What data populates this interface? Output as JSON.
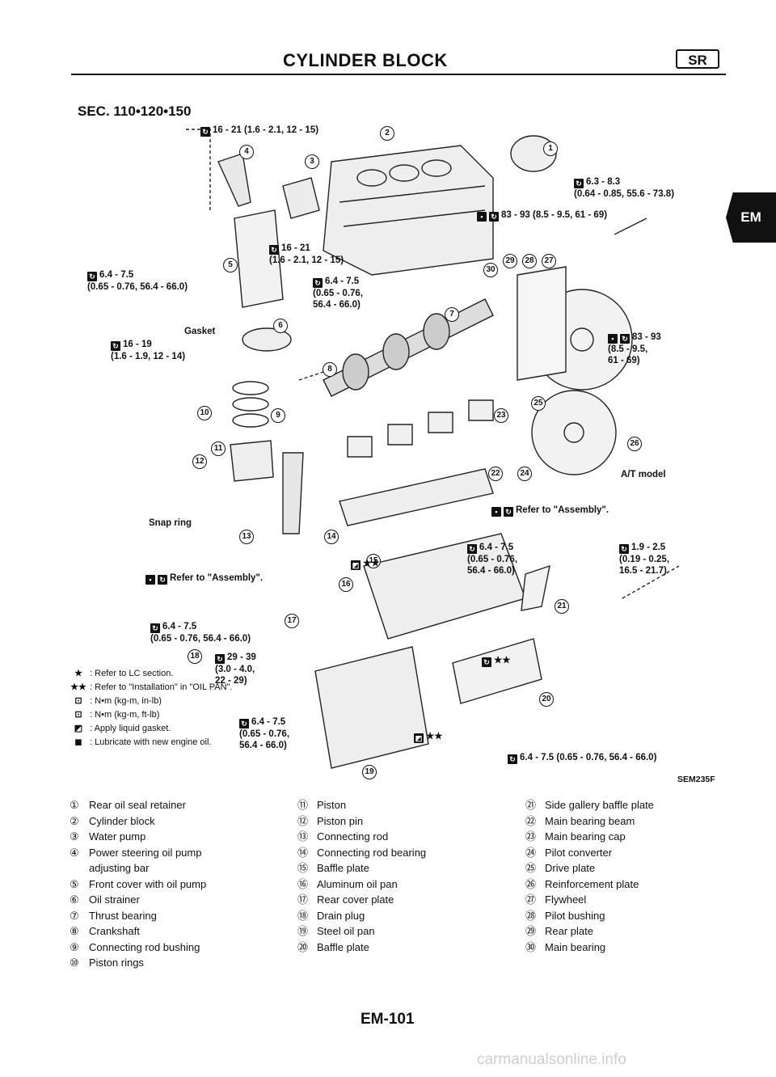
{
  "header": {
    "title": "CYLINDER BLOCK",
    "badge": "SR"
  },
  "side_tab": "EM",
  "section": "SEC. 110•120•150",
  "callouts": [
    {
      "id": "c1",
      "text": "16 - 21 (1.6 - 2.1, 12 - 15)"
    },
    {
      "id": "c2",
      "text": "6.3 - 8.3\n(0.64 - 0.85, 55.6 - 73.8)"
    },
    {
      "id": "c3",
      "text": "83 - 93 (8.5 - 9.5, 61 - 69)"
    },
    {
      "id": "c4",
      "text": "16 - 21\n(1.6 - 2.1, 12 - 15)"
    },
    {
      "id": "c5",
      "text": "6.4 - 7.5\n(0.65 - 0.76, 56.4 - 66.0)"
    },
    {
      "id": "c6",
      "text": "6.4 - 7.5\n(0.65 - 0.76,\n56.4 - 66.0)"
    },
    {
      "id": "c7",
      "text": "Gasket"
    },
    {
      "id": "c8",
      "text": "16 - 19\n(1.6 - 1.9, 12 - 14)"
    },
    {
      "id": "c9",
      "text": "83 - 93\n(8.5 - 9.5,\n61 - 69)"
    },
    {
      "id": "c10",
      "text": "A/T model"
    },
    {
      "id": "c11",
      "text": "Snap ring"
    },
    {
      "id": "c12",
      "text": "Refer to \"Assembly\"."
    },
    {
      "id": "c13",
      "text": "Refer to \"Assembly\"."
    },
    {
      "id": "c14",
      "text": "6.4 - 7.5\n(0.65 - 0.76,\n56.4 - 66.0)"
    },
    {
      "id": "c15",
      "text": "1.9 - 2.5\n(0.19 - 0.25,\n16.5 - 21.7)"
    },
    {
      "id": "c16",
      "text": "6.4 - 7.5\n(0.65 - 0.76, 56.4 - 66.0)"
    },
    {
      "id": "c17",
      "text": "29 - 39\n(3.0 - 4.0,\n22 - 29)"
    },
    {
      "id": "c18",
      "text": "6.4 - 7.5\n(0.65 - 0.76,\n56.4 - 66.0)"
    },
    {
      "id": "c19",
      "text": "6.4 - 7.5 (0.65 - 0.76, 56.4 - 66.0)"
    },
    {
      "id": "c20",
      "text": "★★"
    },
    {
      "id": "c21",
      "text": "★★"
    },
    {
      "id": "c22",
      "text": "★★"
    }
  ],
  "legend": [
    {
      "sym": "★",
      "text": ": Refer to LC section."
    },
    {
      "sym": "★★",
      "text": ": Refer to \"Installation\" in \"OIL PAN\"."
    },
    {
      "sym": "⊡",
      "text": ": N•m (kg-m, in-lb)"
    },
    {
      "sym": "⊡",
      "text": ": N•m (kg-m, ft-lb)"
    },
    {
      "sym": "◩",
      "text": ": Apply liquid gasket."
    },
    {
      "sym": "◼",
      "text": ": Lubricate with new engine oil."
    }
  ],
  "figure_code": "SEM235F",
  "parts": [
    [
      "①",
      "Rear oil seal retainer"
    ],
    [
      "②",
      "Cylinder block"
    ],
    [
      "③",
      "Water pump"
    ],
    [
      "④",
      "Power steering oil pump\nadjusting bar"
    ],
    [
      "⑤",
      "Front cover with oil pump"
    ],
    [
      "⑥",
      "Oil strainer"
    ],
    [
      "⑦",
      "Thrust bearing"
    ],
    [
      "⑧",
      "Crankshaft"
    ],
    [
      "⑨",
      "Connecting rod bushing"
    ],
    [
      "⑩",
      "Piston rings"
    ],
    [
      "⑪",
      "Piston"
    ],
    [
      "⑫",
      "Piston pin"
    ],
    [
      "⑬",
      "Connecting rod"
    ],
    [
      "⑭",
      "Connecting rod bearing"
    ],
    [
      "⑮",
      "Baffle plate"
    ],
    [
      "⑯",
      "Aluminum oil pan"
    ],
    [
      "⑰",
      "Rear cover plate"
    ],
    [
      "⑱",
      "Drain plug"
    ],
    [
      "⑲",
      "Steel oil pan"
    ],
    [
      "⑳",
      "Baffle plate"
    ],
    [
      "㉑",
      "Side gallery baffle plate"
    ],
    [
      "㉒",
      "Main bearing beam"
    ],
    [
      "㉓",
      "Main bearing cap"
    ],
    [
      "㉔",
      "Pilot converter"
    ],
    [
      "㉕",
      "Drive plate"
    ],
    [
      "㉖",
      "Reinforcement plate"
    ],
    [
      "㉗",
      "Flywheel"
    ],
    [
      "㉘",
      "Pilot bushing"
    ],
    [
      "㉙",
      "Rear plate"
    ],
    [
      "㉚",
      "Main bearing"
    ]
  ],
  "diagram_numbers": [
    "1",
    "2",
    "3",
    "4",
    "5",
    "6",
    "7",
    "8",
    "9",
    "10",
    "11",
    "12",
    "13",
    "14",
    "15",
    "16",
    "17",
    "18",
    "19",
    "20",
    "21",
    "22",
    "23",
    "24",
    "25",
    "26",
    "27",
    "28",
    "29",
    "30"
  ],
  "footer": "EM-101",
  "watermark": "carmanualsonline.info"
}
